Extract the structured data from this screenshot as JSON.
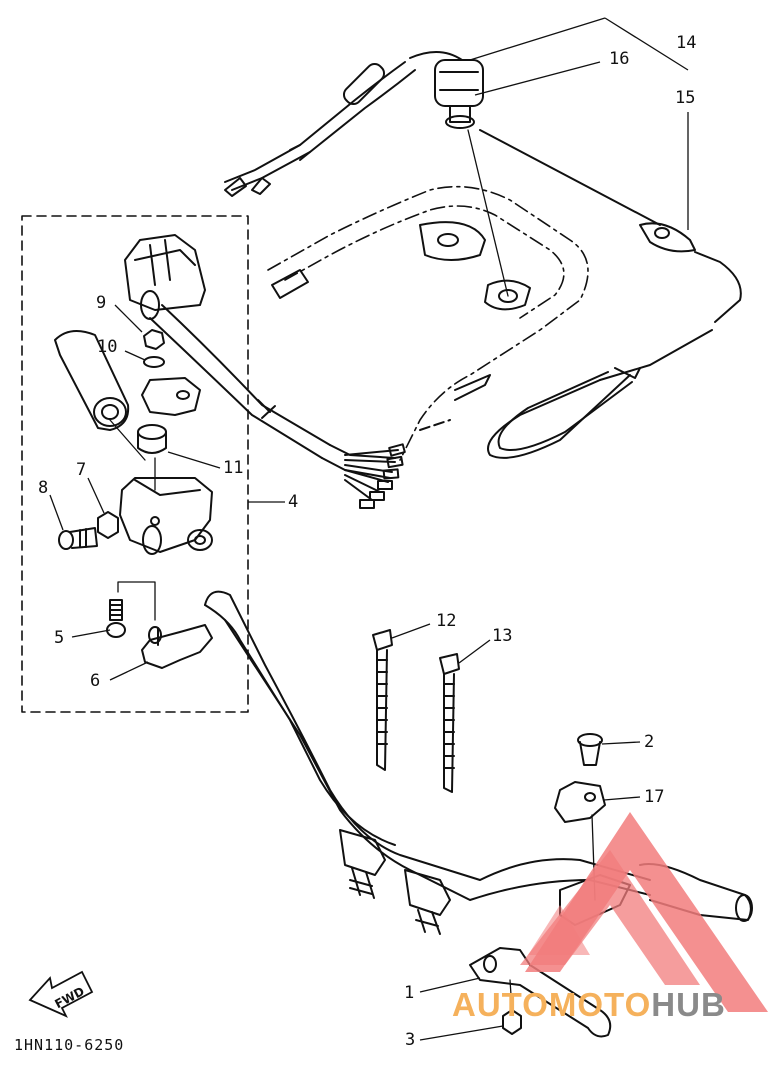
{
  "labels": {
    "p1": "1",
    "p2": "2",
    "p3": "3",
    "p4": "4",
    "p5": "5",
    "p6": "6",
    "p7": "7",
    "p8": "8",
    "p9": "9",
    "p10": "10",
    "p11": "11",
    "p12": "12",
    "p13": "13",
    "p14": "14",
    "p15": "15",
    "p16": "16",
    "p17": "17"
  },
  "fwd_label": "FWD",
  "diagram_code": "1HN110-6250",
  "watermark": {
    "part1": "AUTOMOTO",
    "part2": "HUB",
    "color1": "#f5b15c",
    "color2": "#8a8a8a",
    "logo_color": "#f27c7c"
  }
}
